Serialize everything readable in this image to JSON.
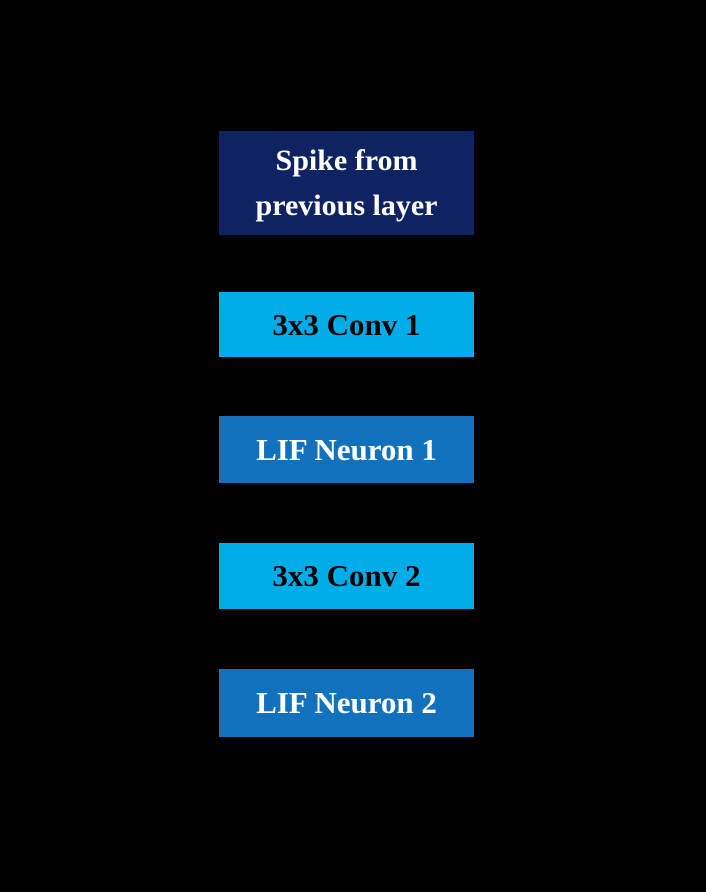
{
  "diagram": {
    "background_color": "#000000",
    "nodes": [
      {
        "id": "spike-input",
        "label": "Spike from previous layer",
        "bg": "#0f2262",
        "fg": "#ffffff"
      },
      {
        "id": "conv1",
        "label": "3x3 Conv 1",
        "bg": "#00ade9",
        "fg": "#000000"
      },
      {
        "id": "lif1",
        "label": "LIF Neuron 1",
        "bg": "#1171bd",
        "fg": "#ffffff"
      },
      {
        "id": "conv2",
        "label": "3x3 Conv 2",
        "bg": "#00ade9",
        "fg": "#000000"
      },
      {
        "id": "lif2",
        "label": "LIF Neuron 2",
        "bg": "#1171bd",
        "fg": "#ffffff"
      }
    ]
  }
}
